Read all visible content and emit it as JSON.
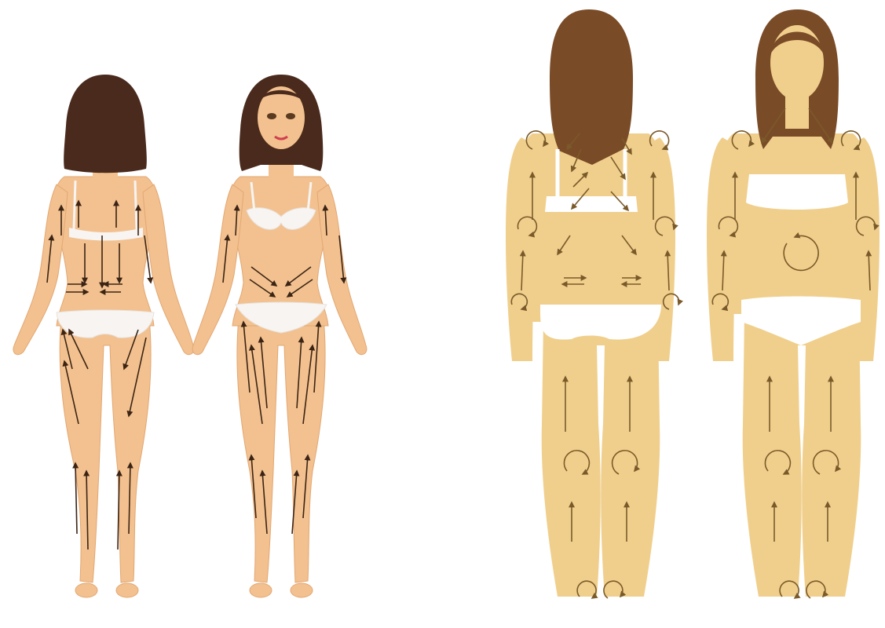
{
  "colors": {
    "background": "#ffffff",
    "cartoon_skin": "#f2c18f",
    "cartoon_skin_shadow": "#e3a772",
    "cartoon_hair": "#4a2a1c",
    "cartoon_underwear": "#f7f4f2",
    "flat_skin": "#f0cf8c",
    "flat_skin_shadow": "#e0b870",
    "flat_hair": "#7a4b27",
    "flat_underwear": "#ffffff",
    "arrow_cartoon": "#3b2415",
    "arrow_flat": "#7a5a2a"
  },
  "figures": [
    {
      "view": "back",
      "style": "cartoon"
    },
    {
      "view": "front",
      "style": "cartoon"
    },
    {
      "view": "back",
      "style": "flat"
    },
    {
      "view": "front",
      "style": "flat"
    }
  ],
  "icons": [
    "straight-arrow-icon",
    "circular-arrow-icon"
  ]
}
